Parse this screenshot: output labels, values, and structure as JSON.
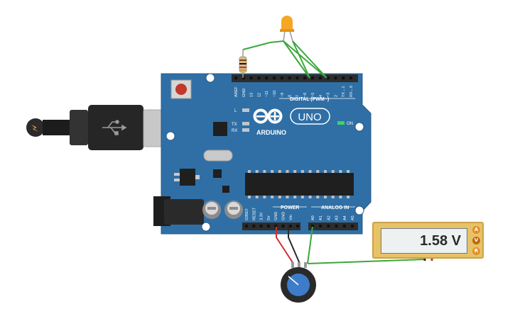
{
  "board": {
    "brand": "ARDUINO",
    "model": "UNO",
    "on_label": "ON",
    "led_labels": [
      "L",
      "TX",
      "RX"
    ],
    "digital_header_label": "DIGITAL (PWM~)",
    "power_header_label": "POWER",
    "analog_header_label": "ANALOG IN",
    "digital_pins": [
      "AREF",
      "GND",
      "13",
      "12",
      "~11",
      "~10",
      "~9",
      "8",
      "7",
      "~6",
      "~5",
      "4",
      "~3",
      "2",
      "TX→1",
      "RX←0"
    ],
    "power_pins": [
      "IOREF",
      "RESET",
      "3.3V",
      "5V",
      "GND",
      "GND",
      "Vin"
    ],
    "analog_pins": [
      "A0",
      "A1",
      "A2",
      "A3",
      "A4",
      "A5"
    ]
  },
  "multimeter": {
    "reading": "1.58 V",
    "modes": [
      "A",
      "V",
      "R"
    ],
    "active_mode": "V"
  },
  "components": {
    "led_color": "#f5a623",
    "potentiometer_knob_color": "#3d7cc9",
    "board_color": "#2f6fa6"
  }
}
